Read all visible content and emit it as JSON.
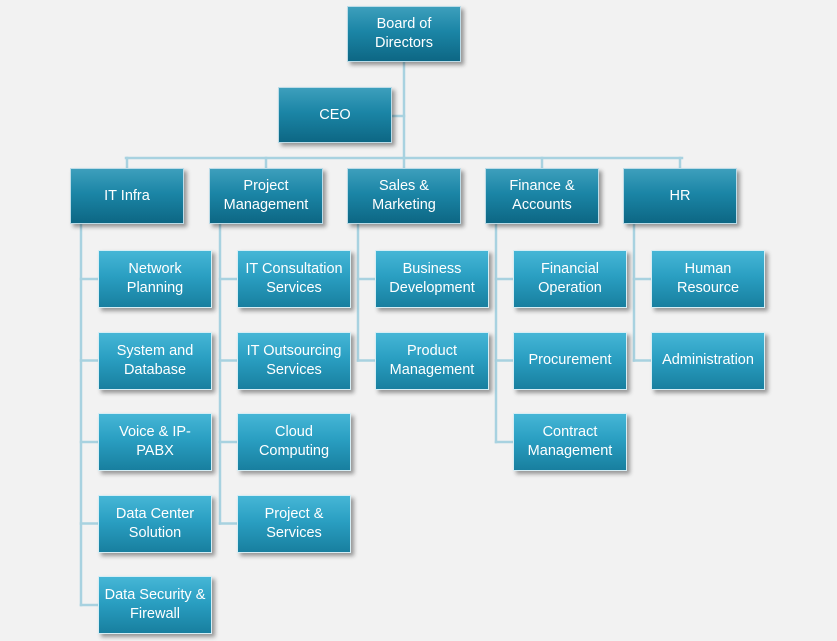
{
  "org_chart": {
    "board": "Board of\nDirectors",
    "ceo": "CEO",
    "departments": [
      {
        "name": "IT Infra",
        "units": [
          "Network\nPlanning",
          "System and\nDatabase",
          "Voice & IP-PABX",
          "Data Center\nSolution",
          "Data Security &\nFirewall"
        ]
      },
      {
        "name": "Project\nManagement",
        "units": [
          "IT Consultation\nServices",
          "IT Outsourcing\nServices",
          "Cloud\nComputing",
          "Project &\nServices"
        ]
      },
      {
        "name": "Sales &\nMarketing",
        "units": [
          "Business\nDevelopment",
          "Product\nManagement"
        ]
      },
      {
        "name": "Finance &\nAccounts",
        "units": [
          "Financial\nOperation",
          "Procurement",
          "Contract\nManagement"
        ]
      },
      {
        "name": "HR",
        "units": [
          "Human\nResource",
          "Administration"
        ]
      }
    ]
  },
  "colors": {
    "connector": "#a8d2e0",
    "header_box": "#1b85a6",
    "unit_box": "#2a9fc2",
    "background": "#f2f2f2"
  }
}
